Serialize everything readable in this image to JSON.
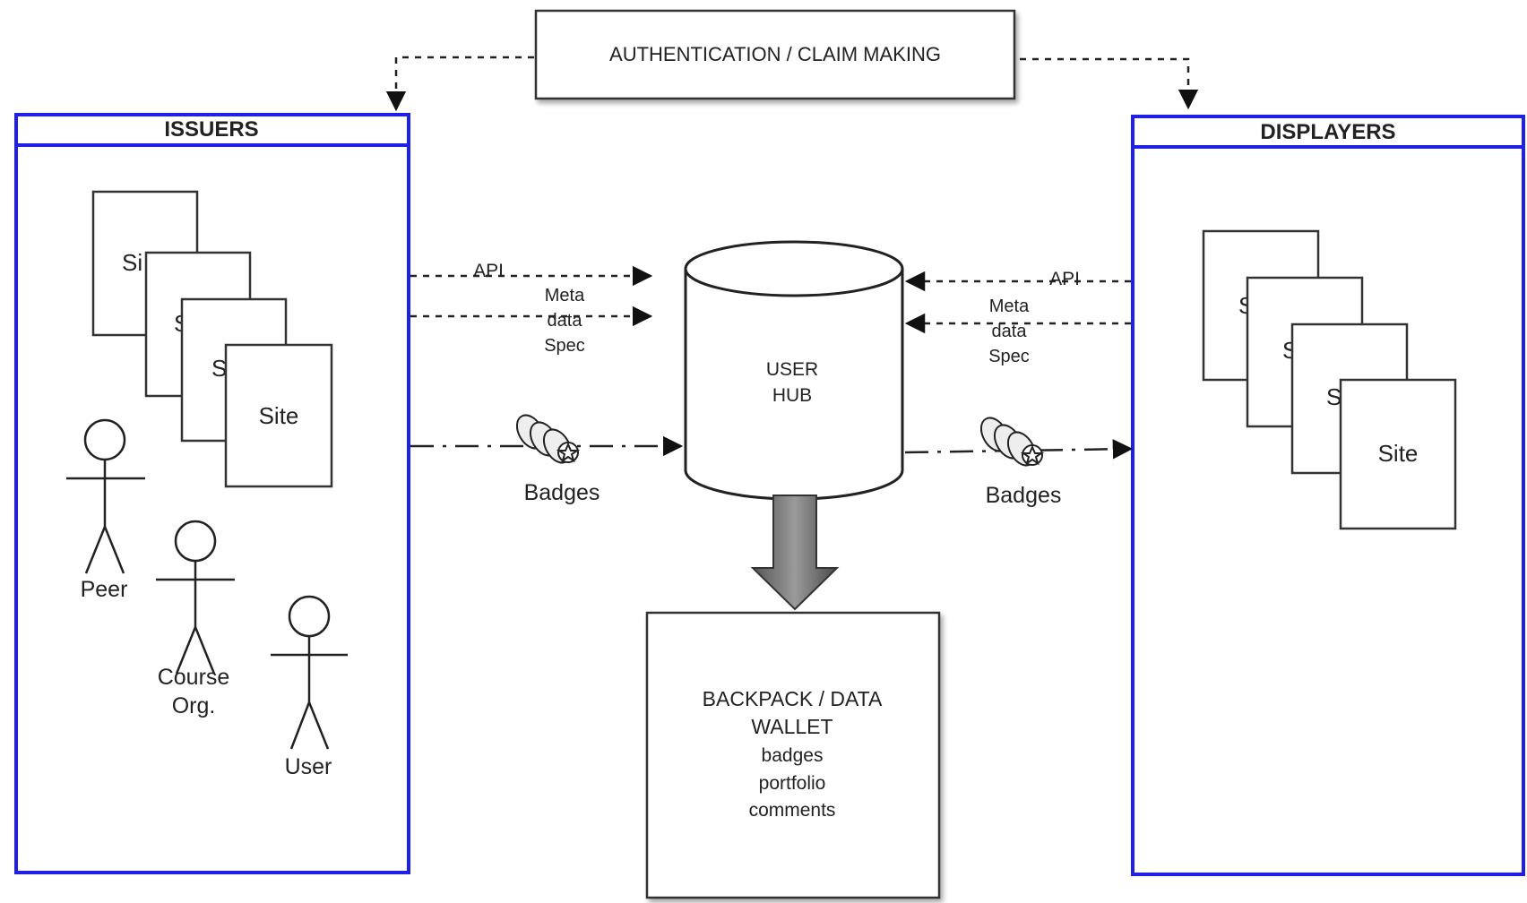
{
  "auth": {
    "label": "AUTHENTICATION / CLAIM MAKING"
  },
  "issuers": {
    "title": "ISSUERS",
    "site_label": "Site",
    "peek_labels": [
      "Si",
      "S",
      "S"
    ],
    "actors": {
      "peer": "Peer",
      "course_org_line1": "Course",
      "course_org_line2": "Org.",
      "user": "User"
    }
  },
  "displayers": {
    "title": "DISPLAYERS",
    "site_label": "Site",
    "peek_labels": [
      "S",
      "S",
      "S"
    ]
  },
  "hub": {
    "line1": "USER",
    "line2": "HUB"
  },
  "links": {
    "api_left": "API",
    "api_right": "API",
    "meta_left": [
      "Meta",
      "data",
      "Spec"
    ],
    "meta_right": [
      "Meta",
      "data",
      "Spec"
    ],
    "badges_left": "Badges",
    "badges_right": "Badges"
  },
  "backpack": {
    "line1": "BACKPACK / DATA",
    "line2": "WALLET",
    "items": [
      "badges",
      "portfolio",
      "comments"
    ]
  },
  "colors": {
    "frame": "#1f1fe6",
    "line": "#333333",
    "arrow_fill": "#7a7a7a"
  }
}
